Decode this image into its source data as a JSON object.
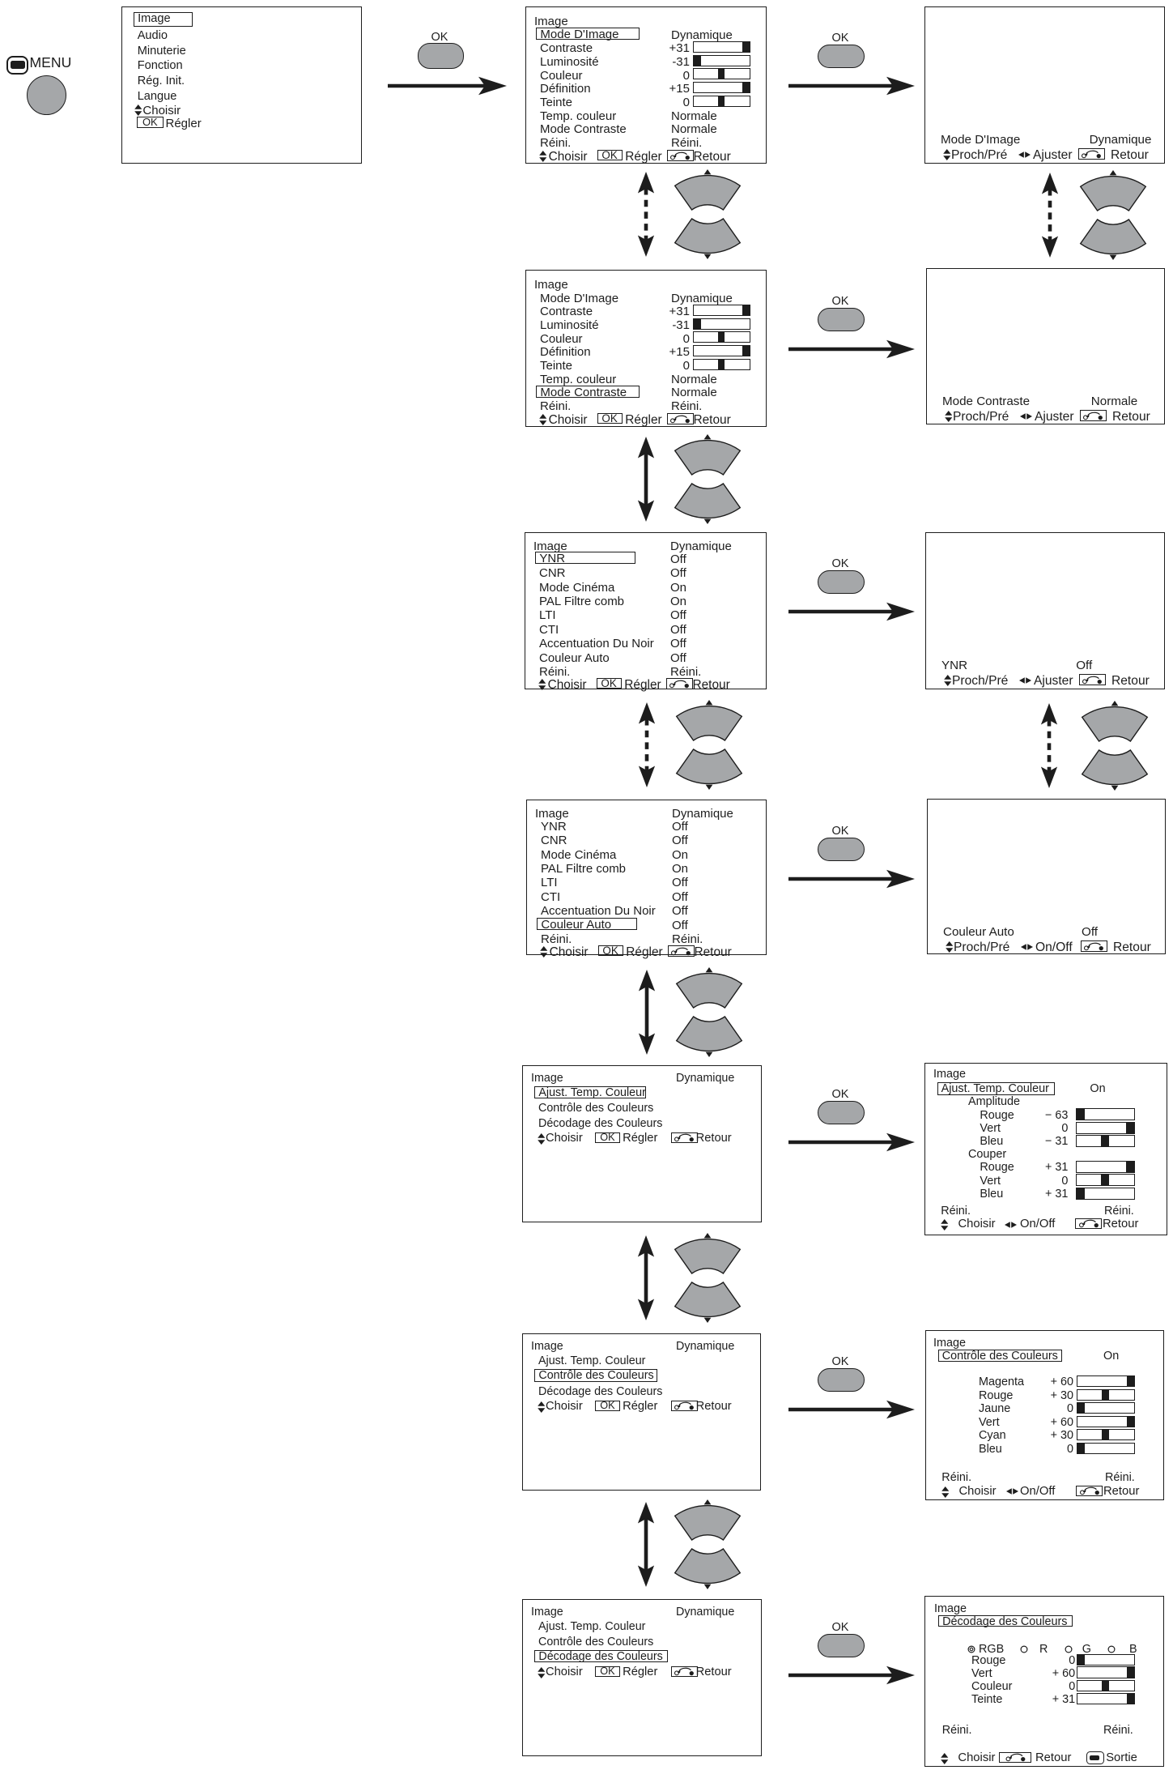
{
  "page": {
    "kind": "tv-osd-menu-flow-diagram",
    "language": "fr",
    "background": "#ffffff"
  },
  "colors": {
    "ink": "#1d1d1d",
    "button_gray": "#a5a7a9",
    "bar_fill": "#ffffff",
    "bar_block": "#1d1d1d"
  },
  "remote": {
    "menu_button_label": "MENU",
    "ok_button_label": "OK"
  },
  "screens": [
    {
      "id": "main-menu",
      "rows": [
        {
          "label": "Image",
          "highlighted": true
        },
        {
          "label": "Audio"
        },
        {
          "label": "Minuterie"
        },
        {
          "label": "Fonction"
        },
        {
          "label": "Rég. Init."
        },
        {
          "label": "Langue"
        },
        {
          "hint": [
            {
              "icon": "updown"
            },
            {
              "text": "Choisir"
            }
          ]
        },
        {
          "hint": [
            {
              "key": "OK"
            },
            {
              "text": "Régler"
            }
          ]
        }
      ]
    },
    {
      "id": "image-settings-top",
      "rows": [
        {
          "title": "Image"
        },
        {
          "label": "Mode D'Image",
          "highlighted": true,
          "value": "Dynamique"
        },
        {
          "label": "Contraste",
          "num": "+31",
          "bar": {
            "frac": 1
          }
        },
        {
          "label": "Luminosité",
          "num": "-31",
          "bar": {
            "frac": 0
          }
        },
        {
          "label": "Couleur",
          "num": "0",
          "bar": {
            "frac": 0.5
          }
        },
        {
          "label": "Définition",
          "num": "+15",
          "bar": {
            "frac": 1
          }
        },
        {
          "label": "Teinte",
          "num": "0",
          "bar": {
            "frac": 0.5
          }
        },
        {
          "label": "Temp. couleur",
          "value": "Normale"
        },
        {
          "label": "Mode Contraste",
          "value": "Normale"
        },
        {
          "label": "Réini.",
          "value": "Réini."
        },
        {
          "hint": [
            {
              "icon": "updown"
            },
            {
              "text": "Choisir"
            },
            {
              "key": "OK"
            },
            {
              "text": "Régler"
            },
            {
              "icon": "retour"
            },
            {
              "text": "Retour"
            }
          ]
        }
      ]
    },
    {
      "id": "image-settings-contraste",
      "rows": [
        {
          "title": "Image"
        },
        {
          "label": "Mode D'Image",
          "value": "Dynamique"
        },
        {
          "label": "Contraste",
          "num": "+31",
          "bar": {
            "frac": 1
          }
        },
        {
          "label": "Luminosité",
          "num": "-31",
          "bar": {
            "frac": 0
          }
        },
        {
          "label": "Couleur",
          "num": "0",
          "bar": {
            "frac": 0.5
          }
        },
        {
          "label": "Définition",
          "num": "+15",
          "bar": {
            "frac": 1
          }
        },
        {
          "label": "Teinte",
          "num": "0",
          "bar": {
            "frac": 0.5
          }
        },
        {
          "label": "Temp. couleur",
          "value": "Normale"
        },
        {
          "label": "Mode Contraste",
          "highlighted": true,
          "value": "Normale"
        },
        {
          "label": "Réini.",
          "value": "Réini."
        },
        {
          "hint": [
            {
              "icon": "updown"
            },
            {
              "text": "Choisir"
            },
            {
              "key": "OK"
            },
            {
              "text": "Régler"
            },
            {
              "icon": "retour"
            },
            {
              "text": "Retour"
            }
          ]
        }
      ]
    },
    {
      "id": "image-advanced-ynr",
      "rows": [
        {
          "title": "Image",
          "value": "Dynamique"
        },
        {
          "label": "YNR",
          "highlighted": true,
          "value": "Off"
        },
        {
          "label": "CNR",
          "value": "Off"
        },
        {
          "label": "Mode Cinéma",
          "value": "On"
        },
        {
          "label": "PAL Filtre comb",
          "value": "On"
        },
        {
          "label": "LTI",
          "value": "Off"
        },
        {
          "label": "CTI",
          "value": "Off"
        },
        {
          "label": "Accentuation Du Noir",
          "value": "Off"
        },
        {
          "label": "Couleur Auto",
          "value": "Off"
        },
        {
          "label": "Réini.",
          "value": "Réini."
        },
        {
          "hint": [
            {
              "icon": "updown"
            },
            {
              "text": "Choisir"
            },
            {
              "key": "OK"
            },
            {
              "text": "Régler"
            },
            {
              "icon": "retour"
            },
            {
              "text": "Retour"
            }
          ]
        }
      ]
    },
    {
      "id": "image-advanced-couleur-auto",
      "rows": [
        {
          "title": "Image",
          "value": "Dynamique"
        },
        {
          "label": "YNR",
          "value": "Off"
        },
        {
          "label": "CNR",
          "value": "Off"
        },
        {
          "label": "Mode Cinéma",
          "value": "On"
        },
        {
          "label": "PAL Filtre comb",
          "value": "On"
        },
        {
          "label": "LTI",
          "value": "Off"
        },
        {
          "label": "CTI",
          "value": "Off"
        },
        {
          "label": "Accentuation Du Noir",
          "value": "Off"
        },
        {
          "label": "Couleur Auto",
          "highlighted": true,
          "value": "Off"
        },
        {
          "label": "Réini.",
          "value": "Réini."
        },
        {
          "hint": [
            {
              "icon": "updown"
            },
            {
              "text": "Choisir"
            },
            {
              "key": "OK"
            },
            {
              "text": "Régler"
            },
            {
              "icon": "retour"
            },
            {
              "text": "Retour"
            }
          ]
        }
      ]
    },
    {
      "id": "image-couleur-menu-ajust",
      "rows": [
        {
          "title": "Image",
          "value": "Dynamique"
        },
        {
          "label": "Ajust. Temp. Couleur",
          "highlighted": true
        },
        {
          "label": "Contrôle des Couleurs"
        },
        {
          "label": "Décodage des Couleurs"
        },
        {
          "hint": [
            {
              "icon": "updown"
            },
            {
              "text": "Choisir"
            },
            {
              "key": "OK"
            },
            {
              "text": "Régler"
            },
            {
              "icon": "retour"
            },
            {
              "text": "Retour"
            }
          ]
        }
      ]
    },
    {
      "id": "image-couleur-menu-controle",
      "rows": [
        {
          "title": "Image",
          "value": "Dynamique"
        },
        {
          "label": "Ajust. Temp. Couleur"
        },
        {
          "label": "Contrôle des Couleurs",
          "highlighted": true
        },
        {
          "label": "Décodage des Couleurs"
        },
        {
          "hint": [
            {
              "icon": "updown"
            },
            {
              "text": "Choisir"
            },
            {
              "key": "OK"
            },
            {
              "text": "Régler"
            },
            {
              "icon": "retour"
            },
            {
              "text": "Retour"
            }
          ]
        }
      ]
    },
    {
      "id": "image-couleur-menu-decodage",
      "rows": [
        {
          "title": "Image",
          "value": "Dynamique"
        },
        {
          "label": "Ajust. Temp. Couleur"
        },
        {
          "label": "Contrôle des Couleurs"
        },
        {
          "label": "Décodage des Couleurs",
          "highlighted": true
        },
        {
          "hint": [
            {
              "icon": "updown"
            },
            {
              "text": "Choisir"
            },
            {
              "key": "OK"
            },
            {
              "text": "Régler"
            },
            {
              "icon": "retour"
            },
            {
              "text": "Retour"
            }
          ]
        }
      ]
    },
    {
      "id": "adjust-mode-dimage",
      "rows": [
        {
          "label": "Mode D'Image",
          "value": "Dynamique"
        },
        {
          "hint": [
            {
              "icon": "updown"
            },
            {
              "text": "Proch/Pré"
            },
            {
              "icon": "leftright"
            },
            {
              "text": "Ajuster"
            },
            {
              "icon": "retour"
            },
            {
              "text": "Retour"
            }
          ]
        }
      ]
    },
    {
      "id": "adjust-mode-contraste",
      "rows": [
        {
          "label": "Mode Contraste",
          "value": "Normale"
        },
        {
          "hint": [
            {
              "icon": "updown"
            },
            {
              "text": "Proch/Pré"
            },
            {
              "icon": "leftright"
            },
            {
              "text": "Ajuster"
            },
            {
              "icon": "retour"
            },
            {
              "text": "Retour"
            }
          ]
        }
      ]
    },
    {
      "id": "adjust-ynr",
      "rows": [
        {
          "label": "YNR",
          "value": "Off"
        },
        {
          "hint": [
            {
              "icon": "updown"
            },
            {
              "text": "Proch/Pré"
            },
            {
              "icon": "leftright"
            },
            {
              "text": "Ajuster"
            },
            {
              "icon": "retour"
            },
            {
              "text": "Retour"
            }
          ]
        }
      ]
    },
    {
      "id": "adjust-couleur-auto",
      "rows": [
        {
          "label": "Couleur Auto",
          "value": "Off"
        },
        {
          "hint": [
            {
              "icon": "updown"
            },
            {
              "text": "Proch/Pré"
            },
            {
              "icon": "leftright"
            },
            {
              "text": "On/Off"
            },
            {
              "icon": "retour"
            },
            {
              "text": "Retour"
            }
          ]
        }
      ]
    },
    {
      "id": "ajust-temp-couleur",
      "rows": [
        {
          "title": "Image"
        },
        {
          "label": "Ajust. Temp. Couleur",
          "highlighted": true,
          "value": "On"
        },
        {
          "label": "Amplitude",
          "indent": "group"
        },
        {
          "label": "Rouge",
          "indent": "sub",
          "num": "− 63",
          "bar": {
            "frac": 0
          }
        },
        {
          "label": "Vert",
          "indent": "sub",
          "num": "0",
          "bar": {
            "frac": 1
          }
        },
        {
          "label": "Bleu",
          "indent": "sub",
          "num": "− 31",
          "bar": {
            "frac": 0.5
          }
        },
        {
          "label": "Couper",
          "indent": "group"
        },
        {
          "label": "Rouge",
          "indent": "sub",
          "num": "+ 31",
          "bar": {
            "frac": 1
          }
        },
        {
          "label": "Vert",
          "indent": "sub",
          "num": "0",
          "bar": {
            "frac": 0.5
          }
        },
        {
          "label": "Bleu",
          "indent": "sub",
          "num": "+ 31",
          "bar": {
            "frac": 0
          }
        },
        {
          "label": "Réini.",
          "value": "Réini.",
          "reini": true
        },
        {
          "hint": [
            {
              "icon": "updown"
            },
            {
              "text": "Choisir"
            },
            {
              "icon": "leftright"
            },
            {
              "text": "On/Off"
            },
            {
              "icon": "retour"
            },
            {
              "text": "Retour"
            }
          ]
        }
      ]
    },
    {
      "id": "controle-des-couleurs",
      "rows": [
        {
          "title": "Image"
        },
        {
          "label": "Contrôle des Couleurs",
          "highlighted": true,
          "value": "On"
        },
        {
          "label": "Magenta",
          "indent": "sub",
          "num": "+ 60",
          "bar": {
            "frac": 1
          }
        },
        {
          "label": "Rouge",
          "indent": "sub",
          "num": "+ 30",
          "bar": {
            "frac": 0.5
          }
        },
        {
          "label": "Jaune",
          "indent": "sub",
          "num": "0",
          "bar": {
            "frac": 0
          }
        },
        {
          "label": "Vert",
          "indent": "sub",
          "num": "+ 60",
          "bar": {
            "frac": 1
          }
        },
        {
          "label": "Cyan",
          "indent": "sub",
          "num": "+ 30",
          "bar": {
            "frac": 0.5
          }
        },
        {
          "label": "Bleu",
          "indent": "sub",
          "num": "0",
          "bar": {
            "frac": 0
          }
        },
        {
          "label": "Réini.",
          "value": "Réini.",
          "reini": true
        },
        {
          "hint": [
            {
              "icon": "updown"
            },
            {
              "text": "Choisir"
            },
            {
              "icon": "leftright"
            },
            {
              "text": "On/Off"
            },
            {
              "icon": "retour"
            },
            {
              "text": "Retour"
            }
          ]
        }
      ]
    },
    {
      "id": "decodage-des-couleurs",
      "rows": [
        {
          "title": "Image"
        },
        {
          "label": "Décodage des Couleurs",
          "highlighted": true
        },
        {
          "radio": [
            {
              "label": "RGB",
              "selected": true
            },
            {
              "label": "R",
              "selected": false
            },
            {
              "label": "G",
              "selected": false
            },
            {
              "label": "B",
              "selected": false
            }
          ]
        },
        {
          "label": "Rouge",
          "indent": "sub",
          "num": "0",
          "bar": {
            "frac": 0
          }
        },
        {
          "label": "Vert",
          "indent": "sub",
          "num": "+ 60",
          "bar": {
            "frac": 1
          }
        },
        {
          "label": "Couleur",
          "indent": "sub",
          "num": "0",
          "bar": {
            "frac": 0.5
          }
        },
        {
          "label": "Teinte",
          "indent": "sub",
          "num": "+ 31",
          "bar": {
            "frac": 1
          }
        },
        {
          "label": "Réini.",
          "value": "Réini.",
          "reini": true
        },
        {
          "hint": [
            {
              "icon": "updown"
            },
            {
              "text": "Choisir"
            },
            {
              "icon": "retour"
            },
            {
              "text": "Retour"
            },
            {
              "icon": "menu"
            },
            {
              "text": "Sortie"
            }
          ]
        }
      ]
    }
  ],
  "connectors": {
    "ok_arrows": [
      {
        "label": "OK"
      },
      {
        "label": "OK"
      },
      {
        "label": "OK"
      },
      {
        "label": "OK"
      },
      {
        "label": "OK"
      },
      {
        "label": "OK"
      },
      {
        "label": "OK"
      },
      {
        "label": "OK"
      }
    ],
    "vertical_links": [
      {
        "column": "middle",
        "dashed": true
      },
      {
        "column": "middle",
        "dashed": false
      },
      {
        "column": "middle",
        "dashed": true
      },
      {
        "column": "middle",
        "dashed": false
      },
      {
        "column": "middle",
        "dashed": false
      },
      {
        "column": "middle",
        "dashed": false
      },
      {
        "column": "right",
        "dashed": true
      },
      {
        "column": "right",
        "dashed": true
      }
    ]
  }
}
